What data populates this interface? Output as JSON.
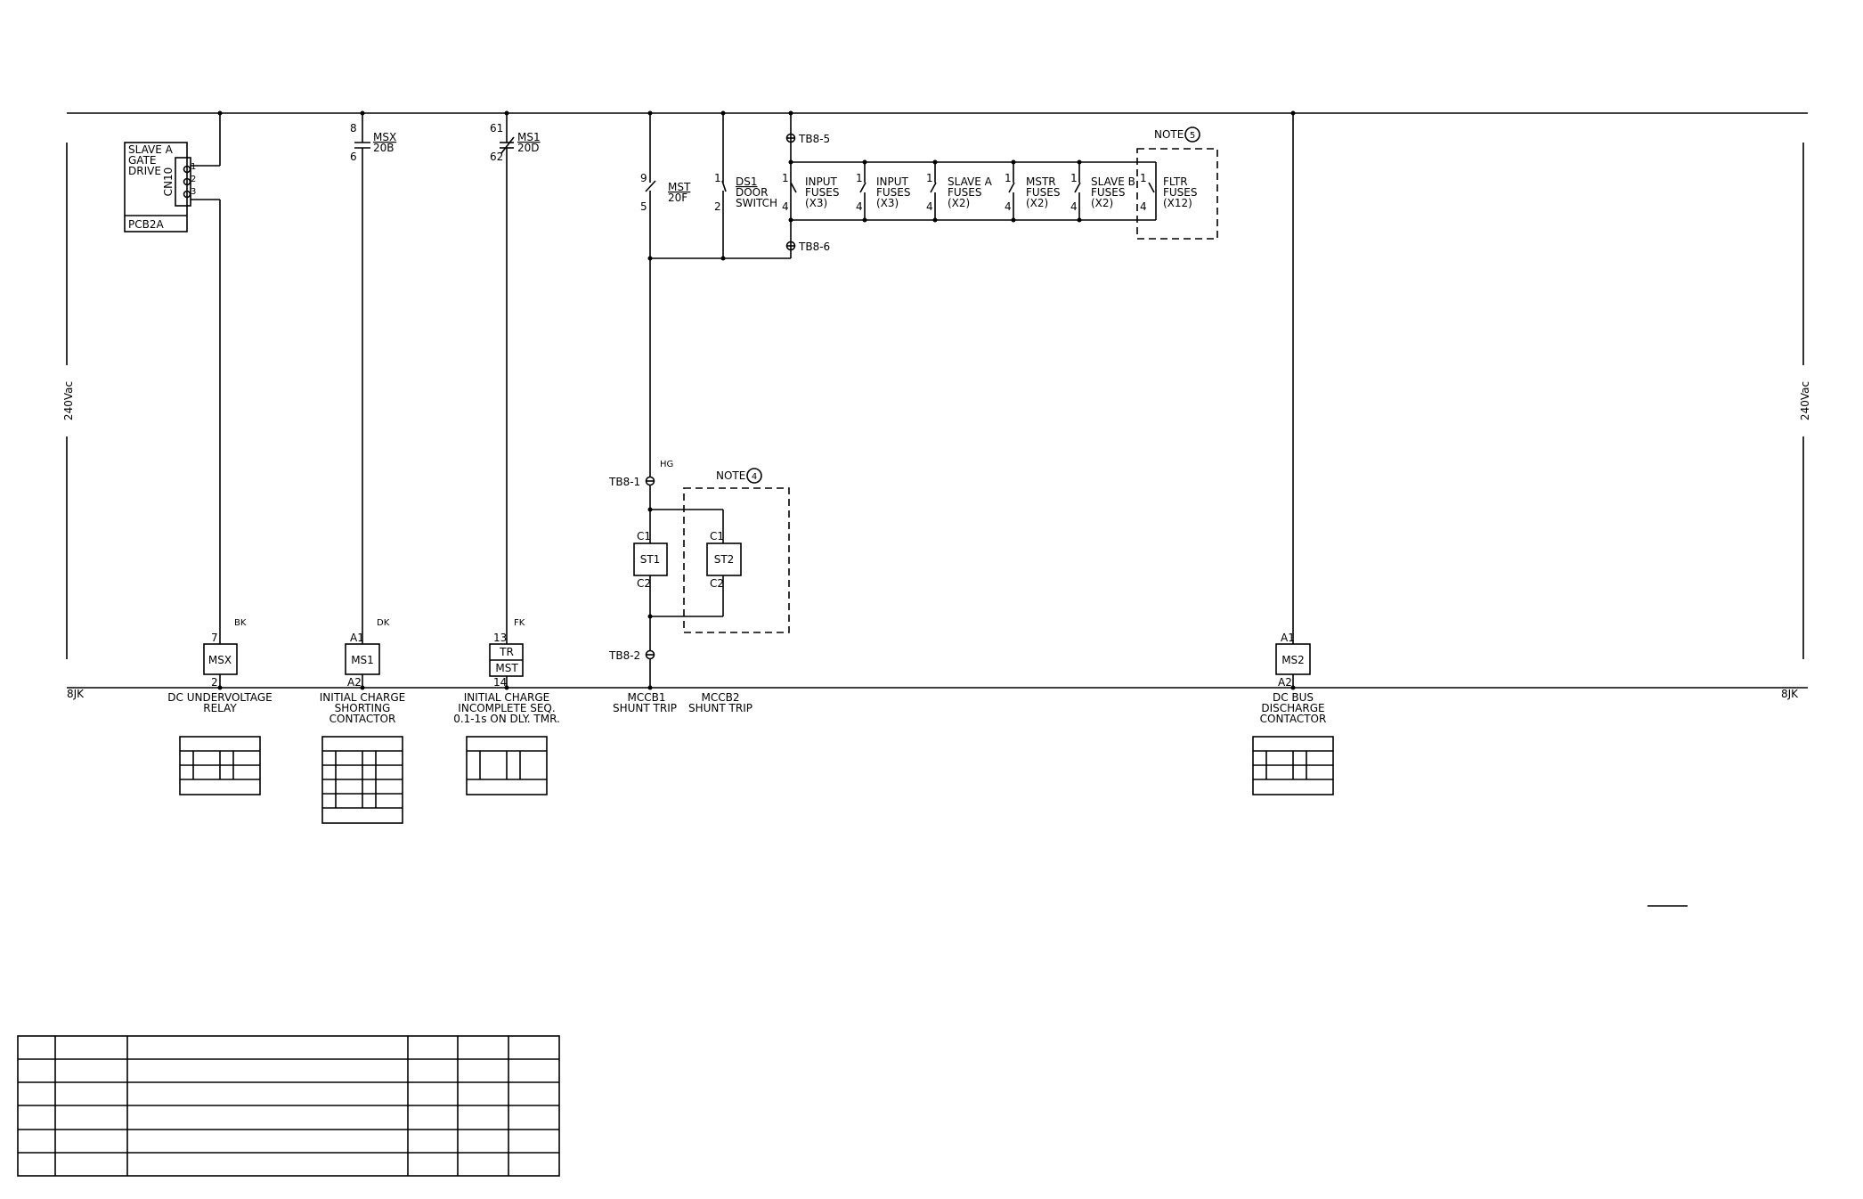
{
  "rails": {
    "left_voltage": "240Vac",
    "right_voltage": "240Vac",
    "left_bottom": "8JK",
    "right_bottom": "8JK"
  },
  "gate_drive": {
    "lines": [
      "SLAVE A",
      "GATE",
      "DRIVE"
    ],
    "connector": "CN10",
    "pins": [
      "1",
      "2",
      "3"
    ],
    "board": "PCB2A"
  },
  "contacts": {
    "msx": {
      "top_pin": "8",
      "bottom_pin": "6",
      "name": "MSX",
      "ref": "20B"
    },
    "ms1": {
      "top_pin": "61",
      "bottom_pin": "62",
      "name": "MS1",
      "ref": "20D"
    },
    "mst": {
      "top_pin": "9",
      "bottom_pin": "5",
      "name": "MST",
      "ref": "20F"
    },
    "ds1": {
      "top_pin": "1",
      "bottom_pin": "2",
      "name": "DS1",
      "line2": "DOOR",
      "line3": "SWITCH"
    }
  },
  "fuses": [
    {
      "top_pin": "1",
      "bottom_pin": "4",
      "l1": "INPUT",
      "l2": "FUSES",
      "l3": "(X3)"
    },
    {
      "top_pin": "1",
      "bottom_pin": "4",
      "l1": "INPUT",
      "l2": "FUSES",
      "l3": "(X3)"
    },
    {
      "top_pin": "1",
      "bottom_pin": "4",
      "l1": "SLAVE A",
      "l2": "FUSES",
      "l3": "(X2)"
    },
    {
      "top_pin": "1",
      "bottom_pin": "4",
      "l1": "MSTR",
      "l2": "FUSES",
      "l3": "(X2)"
    },
    {
      "top_pin": "1",
      "bottom_pin": "4",
      "l1": "SLAVE B",
      "l2": "FUSES",
      "l3": "(X2)"
    },
    {
      "top_pin": "1",
      "bottom_pin": "4",
      "l1": "FLTR",
      "l2": "FUSES",
      "l3": "(X12)"
    }
  ],
  "terminals": {
    "tb8_5": "TB8-5",
    "tb8_6": "TB8-6",
    "tb8_1": "TB8-1",
    "tb8_2": "TB8-2"
  },
  "notes": {
    "note4": "NOTE",
    "note4_num": "4",
    "note5": "NOTE",
    "note5_num": "5"
  },
  "wire_labels": {
    "hg": "HG",
    "bk": "BK",
    "dk": "DK",
    "fk": "FK"
  },
  "shunt_coils": {
    "st1": {
      "name": "ST1",
      "top": "C1",
      "bottom": "C2"
    },
    "st2": {
      "name": "ST2",
      "top": "C1",
      "bottom": "C2"
    }
  },
  "coils": {
    "msx": {
      "name": "MSX",
      "top": "7",
      "bottom": "2"
    },
    "ms1": {
      "name": "MS1",
      "top": "A1",
      "bottom": "A2"
    },
    "tr": {
      "name1": "TR",
      "name2": "MST",
      "top": "13",
      "bottom": "14"
    },
    "ms2": {
      "name": "MS2",
      "top": "A1",
      "bottom": "A2"
    }
  },
  "descriptions": {
    "msx": [
      "DC UNDERVOLTAGE",
      "RELAY"
    ],
    "ms1": [
      "INITIAL CHARGE",
      "SHORTING",
      "CONTACTOR"
    ],
    "tr": [
      "INITIAL CHARGE",
      "INCOMPLETE SEQ.",
      "0.1-1s ON DLY. TMR."
    ],
    "mccb1": [
      "MCCB1",
      "SHUNT TRIP"
    ],
    "mccb2": [
      "MCCB2",
      "SHUNT TRIP"
    ],
    "ms2": [
      "DC BUS",
      "DISCHARGE",
      "CONTACTOR"
    ]
  }
}
